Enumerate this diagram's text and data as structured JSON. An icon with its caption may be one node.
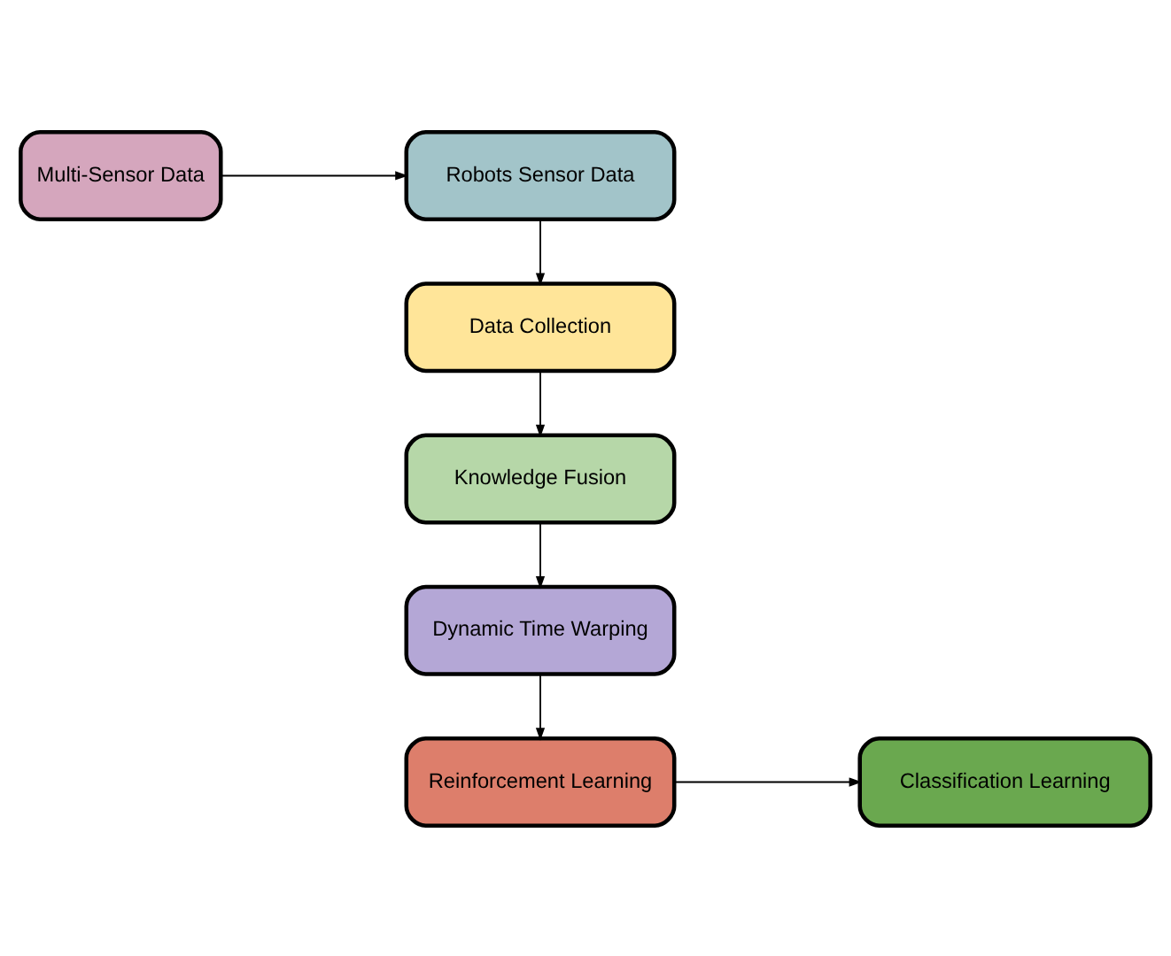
{
  "diagram": {
    "nodes": [
      {
        "text": [
          "Multi-Sensor Data"
        ]
      },
      {
        "text": [
          "Robots Sensor Data"
        ]
      },
      {
        "text": [
          "Data Collection"
        ]
      },
      {
        "text": [
          "Knowledge Fusion"
        ]
      },
      {
        "text": [
          "Dynamic Time Warping"
        ]
      },
      {
        "text": [
          "Reinforcement Learning"
        ]
      },
      {
        "text": [
          "Classification Learning"
        ]
      }
    ],
    "edges": [
      {
        "from": 0,
        "to": 1,
        "arrow": "to"
      },
      {
        "from": 1,
        "to": 2,
        "arrow": "to"
      },
      {
        "from": 2,
        "to": 3,
        "arrow": "to"
      },
      {
        "from": 3,
        "to": 4,
        "arrow": "to"
      },
      {
        "from": 4,
        "to": 5,
        "arrow": "to"
      },
      {
        "from": 5,
        "to": 6,
        "arrow": "to"
      }
    ]
  }
}
